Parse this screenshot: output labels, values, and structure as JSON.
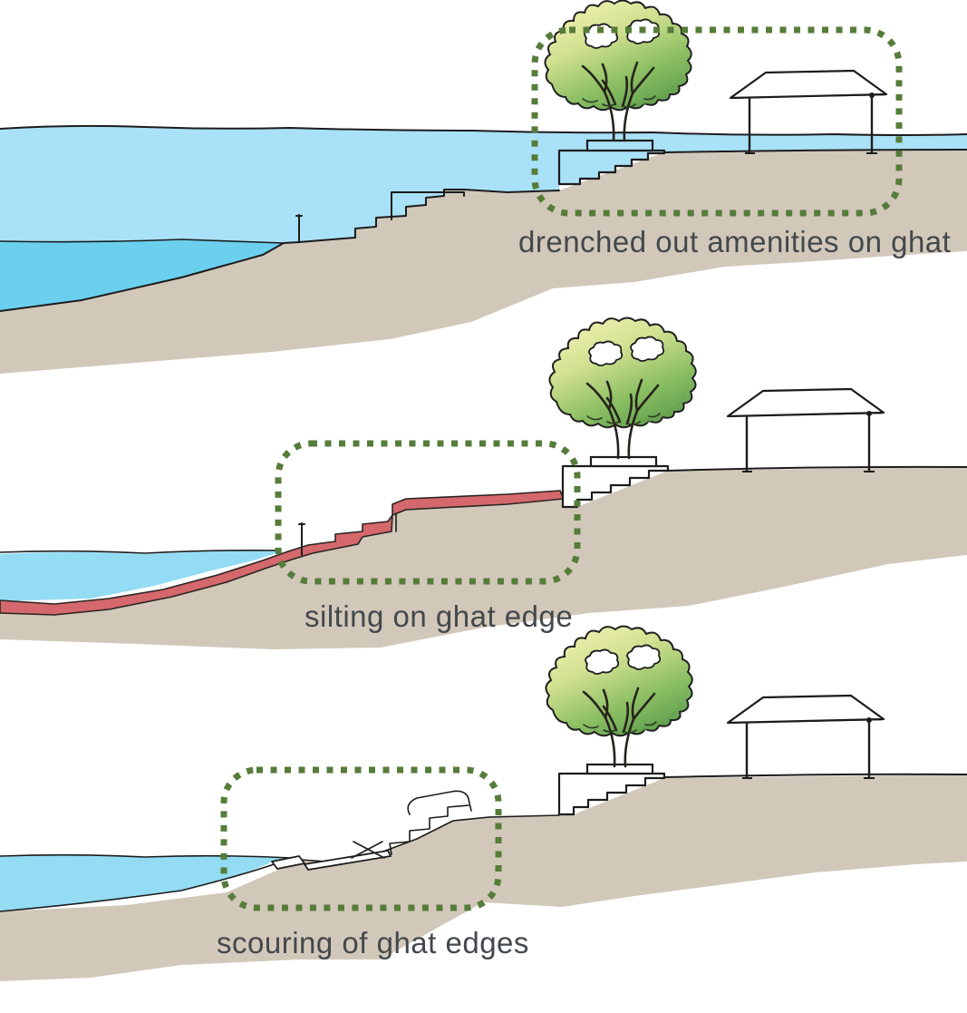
{
  "figure": {
    "panels": [
      {
        "id": "flooded-ghat",
        "caption": "drenched out amenities on ghat"
      },
      {
        "id": "silted-ghat",
        "caption": "silting on ghat edge"
      },
      {
        "id": "scoured-ghat",
        "caption": "scouring of ghat edges"
      }
    ]
  },
  "colors": {
    "flood_water": "#a9e1f8",
    "river_water": "#6bd0ee",
    "low_water": "#93dcf4",
    "ground_tan": "#d2c8ba",
    "silt_red": "#d4686c",
    "highlight_green": "#567c3a",
    "caption_text": "#43484c",
    "sketch_line": "#1c1c1c",
    "foliage_light": "#eff1b0",
    "foliage_dark": "#5f9e4f"
  }
}
